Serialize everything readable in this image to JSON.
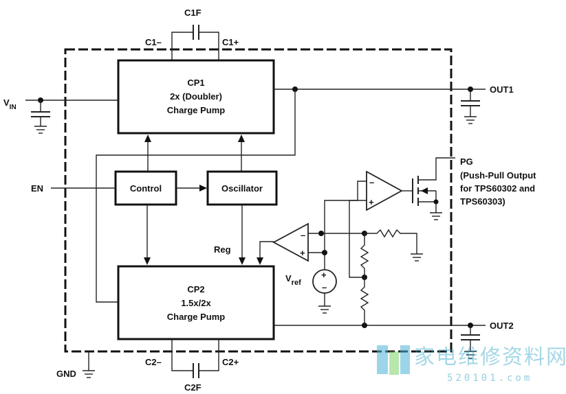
{
  "blocks": {
    "cp1": {
      "title": "CP1",
      "line2": "2x (Doubler)",
      "line3": "Charge Pump"
    },
    "cp2": {
      "title": "CP2",
      "line2": "1.5x/2x",
      "line3": "Charge Pump"
    },
    "control": "Control",
    "oscillator": "Oscillator"
  },
  "pins": {
    "vin": "V",
    "vin_sub": "IN",
    "en": "EN",
    "gnd": "GND",
    "out1": "OUT1",
    "out2": "OUT2",
    "pg": "PG",
    "pg_note": [
      "(Push-Pull Output",
      "for TPS60302 and",
      "TPS60303)"
    ]
  },
  "caps": {
    "c1f": "C1F",
    "c1m": "C1–",
    "c1p": "C1+",
    "c2f": "C2F",
    "c2m": "C2–",
    "c2p": "C2+"
  },
  "signals": {
    "reg": "Reg",
    "vref": "V",
    "vref_sub": "ref"
  },
  "opamp": {
    "minus": "–",
    "plus": "+"
  },
  "source": {
    "plus": "+",
    "minus": "–"
  },
  "watermark": {
    "text": "家电维修资料网",
    "url": "520101.com"
  }
}
